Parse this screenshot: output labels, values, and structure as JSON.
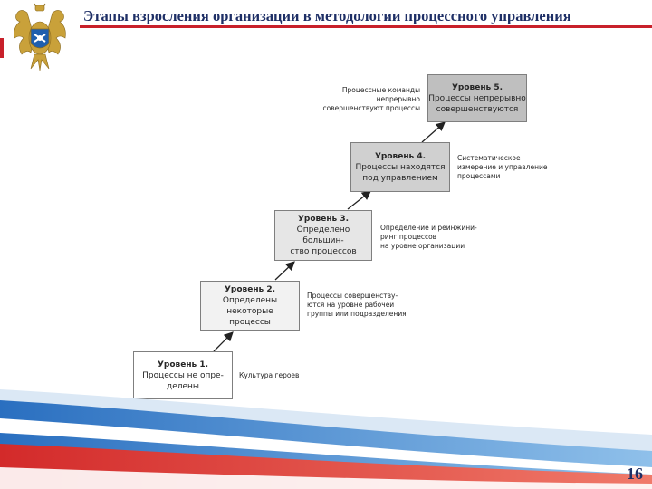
{
  "header": {
    "title": "Этапы взросления организации в методологии процессного управления",
    "emblem_icon": "double-headed-eagle-emblem-icon"
  },
  "levels": [
    {
      "title": "Уровень 1.",
      "lines": [
        "Процессы не опре-",
        "делены"
      ],
      "fill": "#ffffff"
    },
    {
      "title": "Уровень 2.",
      "lines": [
        "Определены некоторые",
        "процессы"
      ],
      "fill": "#f2f2f2"
    },
    {
      "title": "Уровень 3.",
      "lines": [
        "Определено большин-",
        "ство процессов"
      ],
      "fill": "#e6e6e6"
    },
    {
      "title": "Уровень 4.",
      "lines": [
        "Процессы находятся",
        "под управлением"
      ],
      "fill": "#d0d0d0"
    },
    {
      "title": "Уровень 5.",
      "lines": [
        "Процессы непрерывно",
        "совершенствуются"
      ],
      "fill": "#bfbfbf"
    }
  ],
  "notes": [
    {
      "lines": [
        "Культура героев"
      ]
    },
    {
      "lines": [
        "Процессы совершенству-",
        "ются на уровне рабочей",
        "группы или подразделения"
      ]
    },
    {
      "lines": [
        "Определение и реинжини-",
        "ринг процессов",
        "на уровне организации"
      ]
    },
    {
      "lines": [
        "Систематическое",
        "измерение и управление",
        "процессами"
      ]
    },
    {
      "lines": [
        "Процессные команды",
        "непрерывно",
        "совершенствуют процессы"
      ]
    }
  ],
  "footer": {
    "page_number": "16"
  },
  "colors": {
    "title": "#1e2f66",
    "accent_red": "#c8202a",
    "accent_blue": "#1f5fae"
  }
}
